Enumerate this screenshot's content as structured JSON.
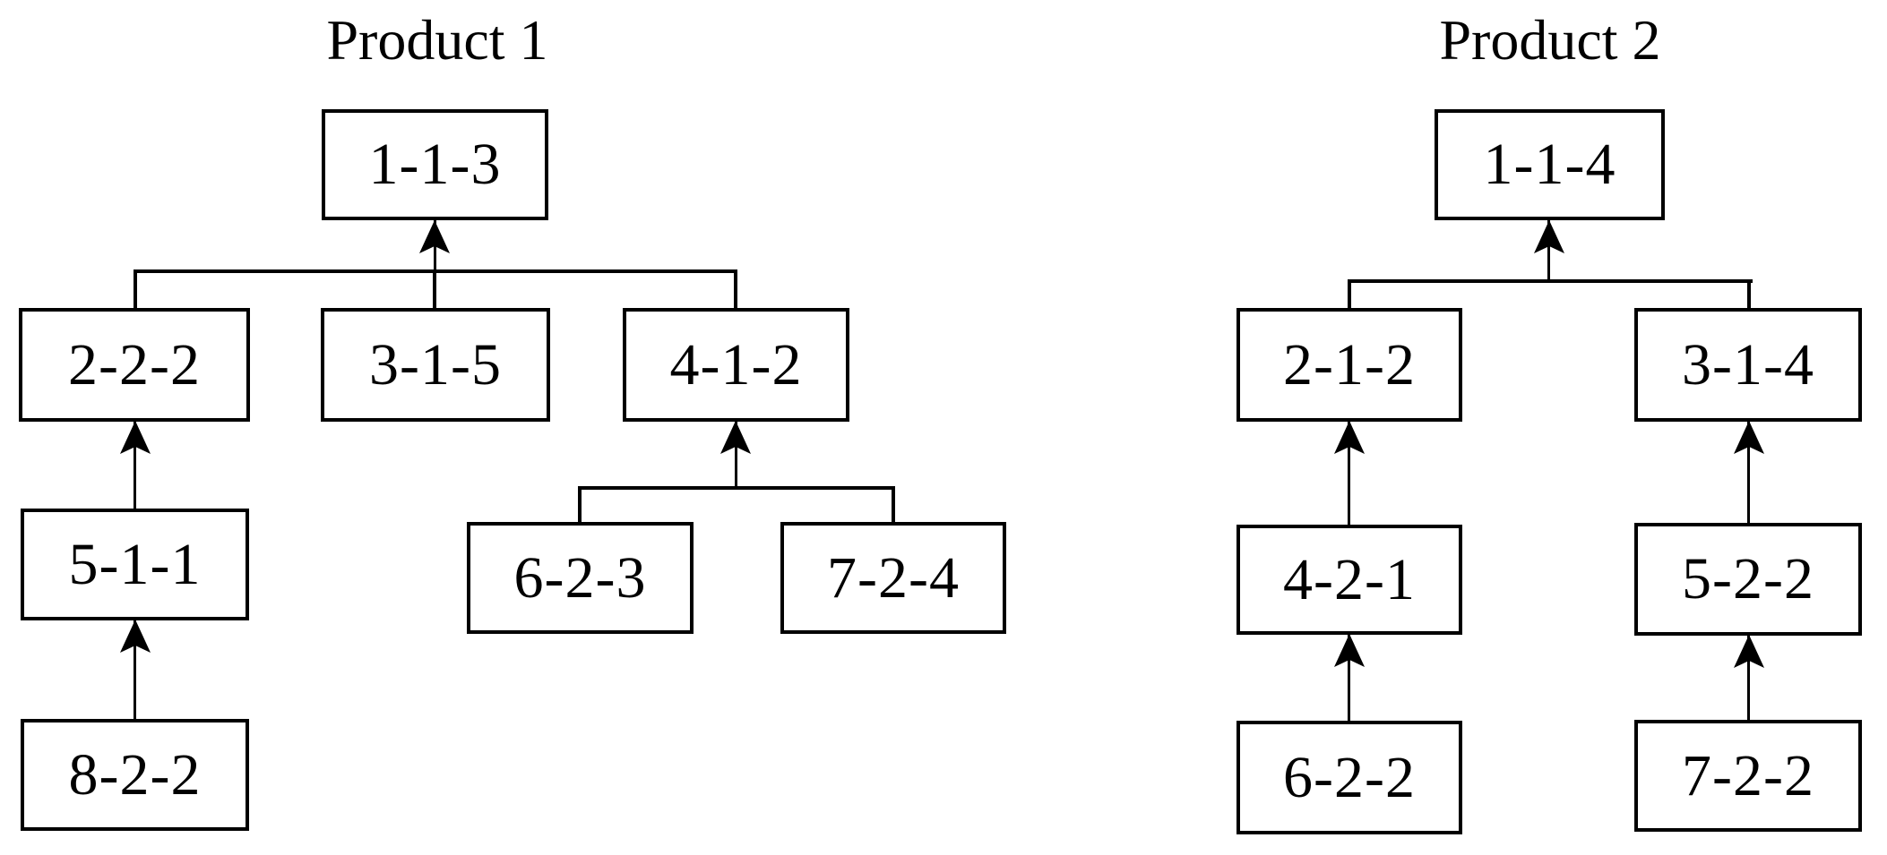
{
  "diagram": {
    "type": "product-structure-trees",
    "arrow_direction": "child-to-parent (upward)",
    "colors": {
      "line": "#000000",
      "text": "#000000",
      "background": "#ffffff",
      "node_fill": "#ffffff"
    },
    "trees": [
      {
        "title": "Product 1",
        "root": "1-1-3",
        "nodes": [
          {
            "label": "1-1-3"
          },
          {
            "label": "2-2-2"
          },
          {
            "label": "3-1-5"
          },
          {
            "label": "4-1-2"
          },
          {
            "label": "5-1-1"
          },
          {
            "label": "6-2-3"
          },
          {
            "label": "7-2-4"
          },
          {
            "label": "8-2-2"
          }
        ],
        "edges": [
          {
            "from": "2-2-2",
            "to": "1-1-3"
          },
          {
            "from": "3-1-5",
            "to": "1-1-3"
          },
          {
            "from": "4-1-2",
            "to": "1-1-3"
          },
          {
            "from": "5-1-1",
            "to": "2-2-2"
          },
          {
            "from": "8-2-2",
            "to": "5-1-1"
          },
          {
            "from": "6-2-3",
            "to": "4-1-2"
          },
          {
            "from": "7-2-4",
            "to": "4-1-2"
          }
        ]
      },
      {
        "title": "Product 2",
        "root": "1-1-4",
        "nodes": [
          {
            "label": "1-1-4"
          },
          {
            "label": "2-1-2"
          },
          {
            "label": "3-1-4"
          },
          {
            "label": "4-2-1"
          },
          {
            "label": "5-2-2"
          },
          {
            "label": "6-2-2"
          },
          {
            "label": "7-2-2"
          }
        ],
        "edges": [
          {
            "from": "2-1-2",
            "to": "1-1-4"
          },
          {
            "from": "3-1-4",
            "to": "1-1-4"
          },
          {
            "from": "4-2-1",
            "to": "2-1-2"
          },
          {
            "from": "6-2-2",
            "to": "4-2-1"
          },
          {
            "from": "5-2-2",
            "to": "3-1-4"
          },
          {
            "from": "7-2-2",
            "to": "5-2-2"
          }
        ]
      }
    ]
  }
}
